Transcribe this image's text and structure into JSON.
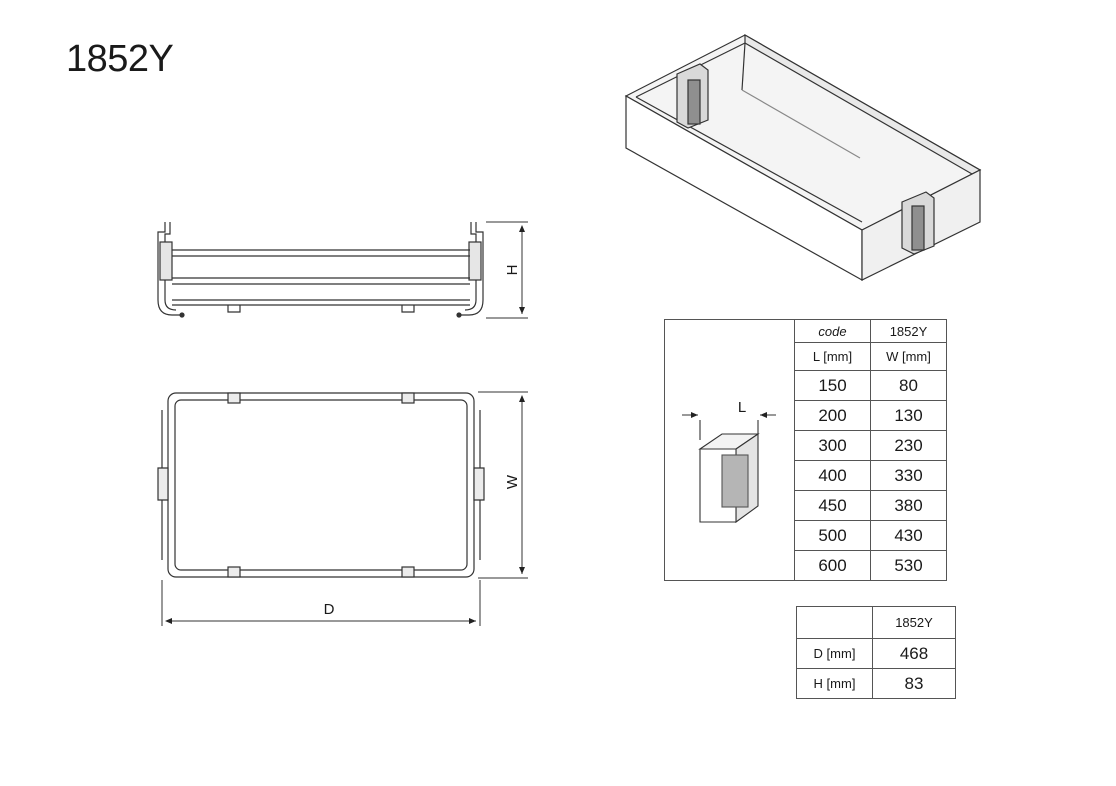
{
  "title": "1852Y",
  "drawing_labels": {
    "height": "H",
    "width": "W",
    "depth": "D",
    "length": "L"
  },
  "size_table": {
    "code_label": "code",
    "code_value": "1852Y",
    "col1_header": "L [mm]",
    "col2_header": "W [mm]",
    "rows": [
      {
        "l": "150",
        "w": "80"
      },
      {
        "l": "200",
        "w": "130"
      },
      {
        "l": "300",
        "w": "230"
      },
      {
        "l": "400",
        "w": "330"
      },
      {
        "l": "450",
        "w": "380"
      },
      {
        "l": "500",
        "w": "430"
      },
      {
        "l": "600",
        "w": "530"
      }
    ]
  },
  "dim_table": {
    "header": "1852Y",
    "rows": [
      {
        "label": "D [mm]",
        "value": "468"
      },
      {
        "label": "H [mm]",
        "value": "83"
      }
    ]
  }
}
